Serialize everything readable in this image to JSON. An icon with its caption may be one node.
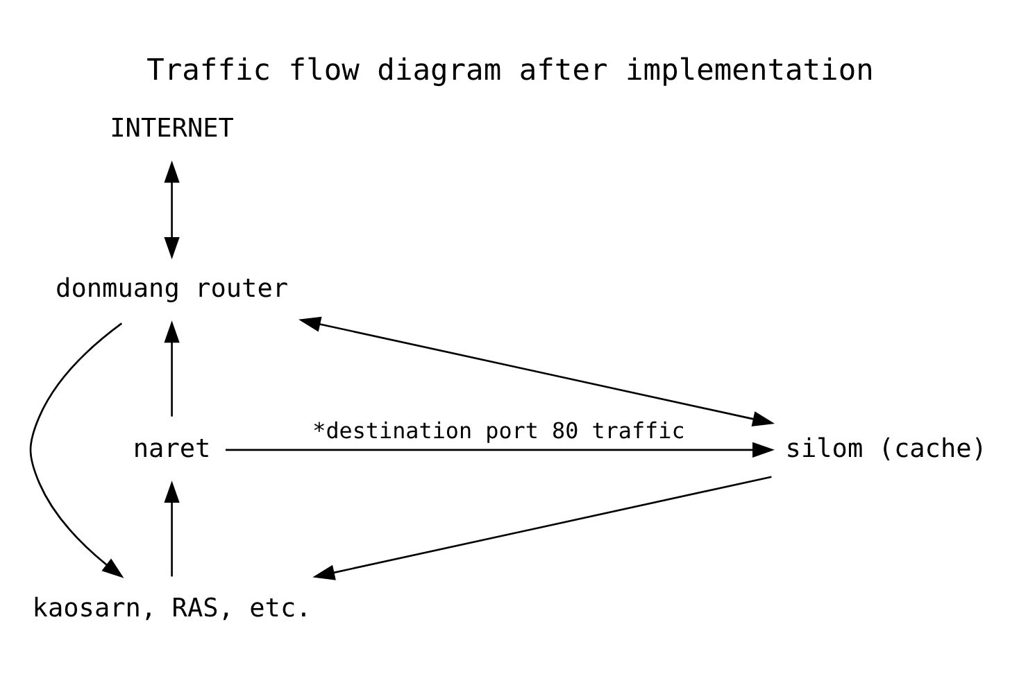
{
  "diagram": {
    "title": "Traffic flow diagram after implementation",
    "nodes": [
      {
        "text": [
          "INTERNET"
        ]
      },
      {
        "text": [
          "donmuang router"
        ]
      },
      {
        "text": [
          "naret"
        ]
      },
      {
        "text": [
          "silom (cache)"
        ]
      },
      {
        "text": [
          "kaosarn, RAS, etc."
        ]
      }
    ],
    "edges": [
      {
        "from": 0,
        "to": 1,
        "arrow": "both"
      },
      {
        "from": 2,
        "to": 1,
        "arrow": "to"
      },
      {
        "from": 1,
        "to": 3,
        "arrow": "both"
      },
      {
        "from": 1,
        "to": 4,
        "arrow": "to"
      },
      {
        "from": 2,
        "to": 3,
        "arrow": "to",
        "label": "*destination port 80 traffic"
      },
      {
        "from": 3,
        "to": 4,
        "arrow": "to"
      },
      {
        "from": 4,
        "to": 2,
        "arrow": "to"
      }
    ]
  }
}
